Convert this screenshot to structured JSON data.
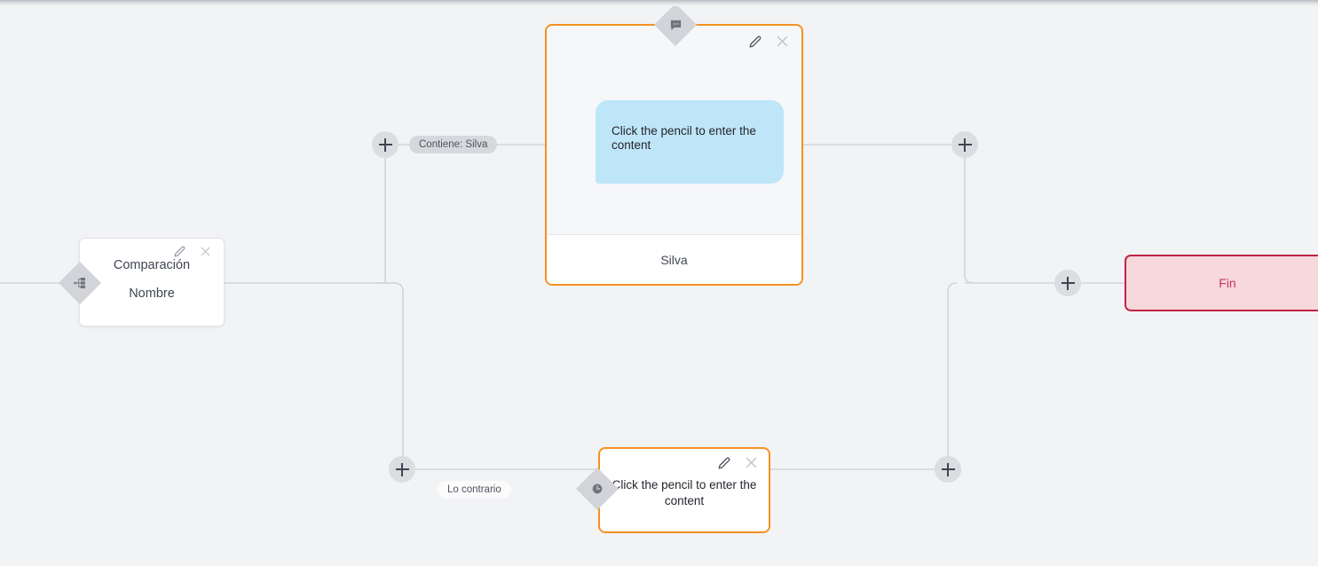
{
  "canvas": {
    "background_color": "#f2f3f5",
    "edge_color": "#d2d4d9"
  },
  "nodes": [
    {
      "id": "comparison",
      "type": "condition",
      "title": "Comparación",
      "subtitle": "Nombre",
      "handle_icon": "branch-icon",
      "border_color": "#e2e4e7",
      "tools": [
        "edit-pencil-icon",
        "close-icon"
      ]
    },
    {
      "id": "message",
      "type": "message",
      "bubble_text": "Click the pencil to enter the content",
      "footer_label": "Silva",
      "handle_icon": "speech-bubble-icon",
      "border_color": "#f59120",
      "bubble_color": "#bfe5f8",
      "tools": [
        "edit-pencil-icon",
        "close-icon"
      ]
    },
    {
      "id": "small-message",
      "type": "message",
      "body_text": "Click the pencil to enter the content",
      "handle_icon": "clock-icon",
      "border_color": "#f59120",
      "tools": [
        "edit-pencil-icon",
        "close-icon"
      ]
    },
    {
      "id": "end",
      "type": "end",
      "label": "Fin",
      "border_color": "#c02444",
      "fill_color": "#f6d8dd",
      "text_color": "#cc3355"
    }
  ],
  "edge_labels": [
    {
      "id": "branch-true",
      "text": "Contiene: Silva",
      "style": "grey"
    },
    {
      "id": "branch-false",
      "text": "Lo contrario",
      "style": "white"
    }
  ],
  "add_buttons": [
    {
      "id": "add-true-branch",
      "label": "+"
    },
    {
      "id": "add-false-branch",
      "label": "+"
    },
    {
      "id": "add-after-message",
      "label": "+"
    },
    {
      "id": "add-after-small-message",
      "label": "+"
    },
    {
      "id": "add-before-end",
      "label": "+"
    }
  ]
}
